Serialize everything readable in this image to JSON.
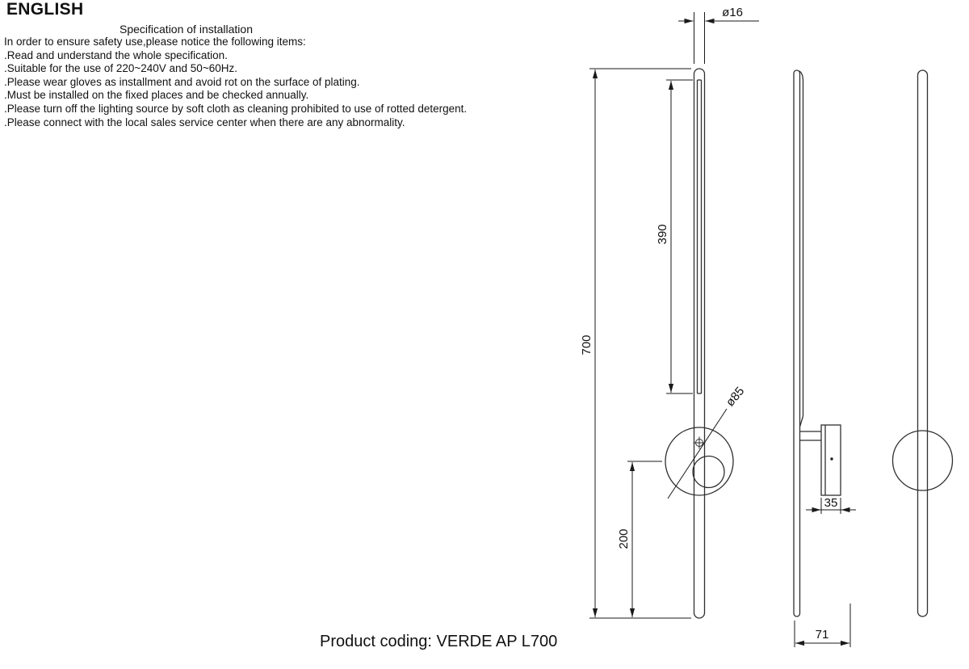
{
  "header": {
    "language": "ENGLISH"
  },
  "instructions": {
    "title": "Specification of installation",
    "intro": "In order to ensure safety use,please notice the following items:",
    "items": [
      ".Read and understand the whole specification.",
      ".Suitable for the use of 220~240V and 50~60Hz.",
      ".Please wear gloves as installment and avoid rot on the surface of plating.",
      ".Must be installed on the fixed places and be checked annually.",
      ".Please turn off the lighting source by soft cloth as cleaning prohibited to use of rotted detergent.",
      ".Please connect with the local sales service center when there are any abnormality."
    ]
  },
  "drawing": {
    "views": [
      "front",
      "side",
      "back"
    ],
    "dimensions": {
      "diameter_top": "ø16",
      "overall_height": "700",
      "light_length": "390",
      "canopy_diameter": "ø85",
      "bottom_to_center": "200",
      "plate_depth": "35",
      "total_depth": "71"
    }
  },
  "footer": {
    "product_coding": "Product coding: VERDE AP L700"
  }
}
